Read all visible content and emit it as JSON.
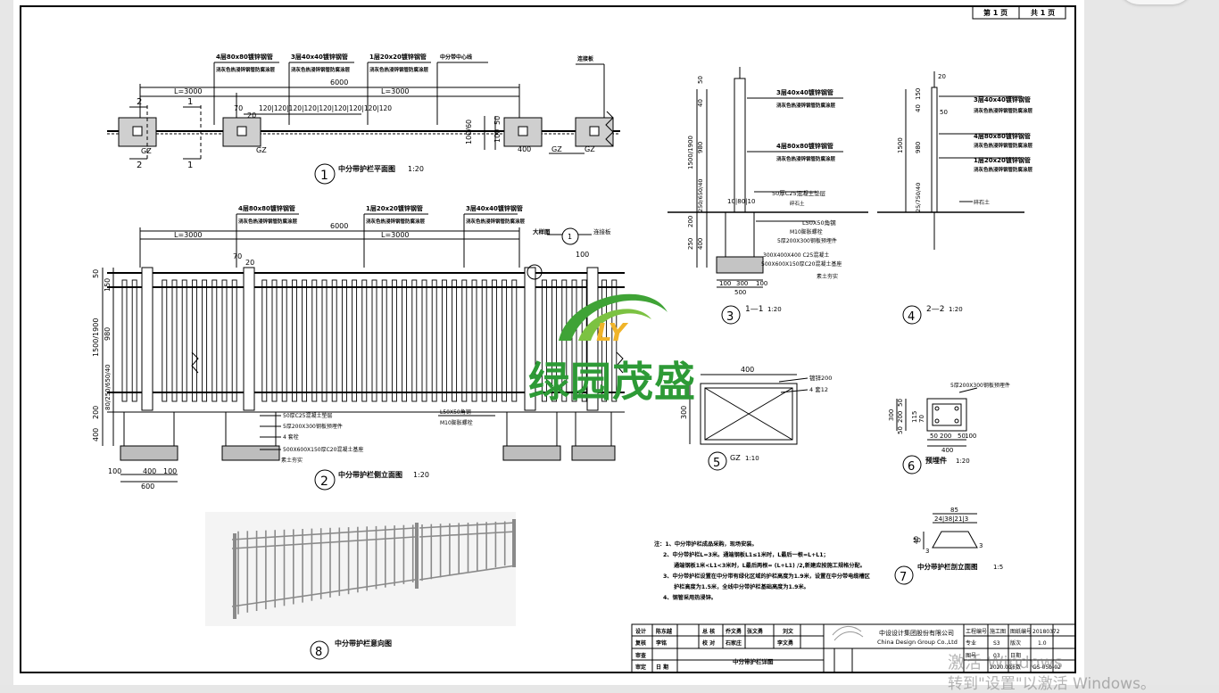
{
  "page_box": {
    "page_label": "第 1 页",
    "total_label": "共 1 页"
  },
  "plan": {
    "callouts": [
      {
        "line1": "4层80x80镀锌钢管",
        "line2": "浇灰色热浸锌钢管防腐涂层"
      },
      {
        "line1": "3层40x40镀锌钢管",
        "line2": "浇灰色热浸锌钢管防腐涂层"
      },
      {
        "line1": "1层20x20镀锌钢管",
        "line2": "浇灰色热浸锌钢管防腐涂层"
      },
      {
        "line1": "中分带中心线",
        "line2": ""
      },
      {
        "line1": "连接板",
        "line2": ""
      }
    ],
    "overall_dim": "6000",
    "half_dim_left": "L=3000",
    "half_dim_right": "L=3000",
    "spacing": "120|120|120|120|120|120|120|120|120",
    "small_70": "70",
    "small_20": "20",
    "right_dims": [
      "50",
      "100",
      "50"
    ],
    "dim_400": "400",
    "dim_100_60": "100/60",
    "gz_labels": [
      "GZ",
      "GZ",
      "GZ",
      "GZ"
    ],
    "section_marks": [
      "2",
      "1",
      "2",
      "1"
    ],
    "number": "1",
    "title": "中分带护栏平面图",
    "scale": "1:20"
  },
  "elevation": {
    "callouts": [
      {
        "line1": "4层80x80镀锌钢管",
        "line2": "浇灰色热浸锌钢管防腐涂层"
      },
      {
        "line1": "1层20x20镀锌钢管",
        "line2": "浇灰色热浸锌钢管防腐涂层"
      },
      {
        "line1": "3层40x40镀锌钢管",
        "line2": "浇灰色热浸锌钢管防腐涂层"
      }
    ],
    "overall_dim": "6000",
    "half_dim_left": "L=3000",
    "half_dim_right": "L=3000",
    "small_70": "70",
    "small_20": "20",
    "dim_100": "100",
    "left_dims": [
      "50",
      "150",
      "1500/1900",
      "980",
      "80/250/650/40",
      "200",
      "400"
    ],
    "bottom_dims": [
      "100",
      "400",
      "100",
      "600"
    ],
    "detail_label": "大样图",
    "detail_num": "1",
    "connector_label": "连接板",
    "base_notes": [
      "50厚C25混凝土垫层",
      "5厚200X300钢板预埋件",
      "4 套栓",
      "500X600X150厚C20混凝土基座",
      "L50X50角钢",
      "M10膨胀螺栓",
      "素土夯实"
    ],
    "number": "2",
    "title": "中分带护栏侧立面图",
    "scale": "1:20"
  },
  "section_1": {
    "dims_left": [
      "50",
      "40",
      "1500/1900",
      "980",
      "250/650/40",
      "200",
      "400",
      "250"
    ],
    "callouts": [
      {
        "line1": "3层40x40镀锌钢管",
        "line2": "浇灰色热浸锌钢管防腐涂层"
      },
      {
        "line1": "4层80x80镀锌钢管",
        "line2": "浇灰色热浸锌钢管防腐涂层"
      },
      {
        "line1": "50厚C25混凝土垫层",
        "line2": "碎石土"
      }
    ],
    "notes": [
      "L50X50角钢",
      "M10膨胀螺栓",
      "5厚200X300钢板预埋件",
      "300X400X400 C25混凝土",
      "500X600X150厚C20混凝土基座",
      "素土夯实"
    ],
    "top_dims": "10|80|10",
    "bottom_dims": [
      "100",
      "300",
      "100",
      "500"
    ],
    "number": "3",
    "title": "1—1",
    "scale": "1:20"
  },
  "section_2": {
    "dims_left": [
      "150",
      "40",
      "1500",
      "980",
      "25/750/40"
    ],
    "top_dims": [
      "20",
      "50"
    ],
    "callouts": [
      {
        "line1": "3层40x40镀锌钢管",
        "line2": "浇灰色热浸锌钢管防腐涂层"
      },
      {
        "line1": "4层80x80镀锌钢管",
        "line2": "浇灰色热浸锌钢管防腐涂层"
      },
      {
        "line1": "1层20x20镀锌钢管",
        "line2": "浇灰色热浸锌钢管防腐涂层"
      }
    ],
    "ground_note": "碎石土",
    "number": "4",
    "title": "2—2",
    "scale": "1:20"
  },
  "gz": {
    "width": "400",
    "height": "300",
    "notes": [
      "镀锌200",
      "4 套12"
    ],
    "number": "5",
    "title": "GZ",
    "scale": "1:10"
  },
  "embed": {
    "note": "5厚200X300钢板预埋件",
    "left_dims": [
      "300",
      "50",
      "200",
      "50"
    ],
    "inner_dims": [
      "115",
      "70"
    ],
    "bottom_dims": [
      "50",
      "200",
      "50",
      "100",
      "400"
    ],
    "number": "6",
    "title": "预埋件",
    "scale": "1:20"
  },
  "cap": {
    "top": "85",
    "sub": "24|38|21|3",
    "left": [
      "50",
      "40",
      "3"
    ],
    "right": "3",
    "number": "7",
    "title": "中分带护栏剖立面图",
    "scale": "1:5"
  },
  "perspective": {
    "number": "8",
    "title": "中分带护栏意向图"
  },
  "notes": {
    "lines": [
      "注：1、中分带护栏成品采购，现场安装。",
      "2、中分带护栏L=3米。通端钢板L1≤1米时，L最后一根=L+L1；",
      "通端钢板1米<L1<3米时，L最后两根= (L+L1) /2,新建应按施工规格分配。",
      "3、中分带护栏设置在中分带有绿化区域的护栏高度为1.9米，设置在中分带电缆槽区",
      "护栏高度为1.5米，全线中分带护栏基础高度为1.9米。",
      "4、钢管采用热浸锌。"
    ]
  },
  "title_block": {
    "left_cells": [
      "设计",
      "复核",
      "审查",
      "审定",
      "总 核",
      "校 对",
      "陈东越",
      "李铭",
      "乔文勇",
      "石家庄",
      "刘文",
      "李文勇",
      "日 期",
      "张文勇"
    ],
    "project": "中分带护栏详图",
    "company_cn": "中设设计集团股份有限公司",
    "company_en": "China Design Group Co.,Ltd",
    "right_cells": [
      "工程编号",
      "施工图",
      "图纸编号",
      "20180372",
      "专业",
      "S3",
      "版次",
      "1.0",
      "图号",
      "03",
      "日期",
      "2020.01",
      "张数",
      "GS-05b-02"
    ]
  },
  "logo": {
    "text": "绿园茂盛"
  },
  "watermark": {
    "line1": "激活 Windows",
    "line2": "转到\"设置\"以激活 Windows。"
  }
}
